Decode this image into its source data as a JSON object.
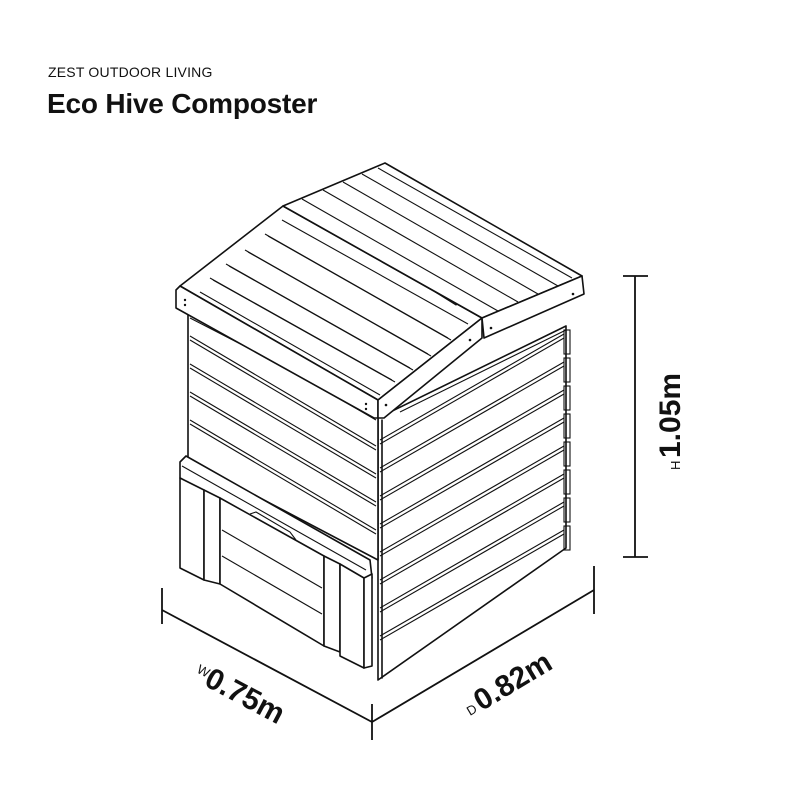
{
  "header": {
    "brand": "ZEST OUTDOOR LIVING",
    "title": "Eco Hive Composter"
  },
  "dimensions": {
    "height": {
      "prefix": "H",
      "value": "1.05m"
    },
    "width": {
      "prefix": "W",
      "value": "0.75m"
    },
    "depth": {
      "prefix": "D",
      "value": "0.82m"
    }
  },
  "drawing": {
    "subject": "composter-line-drawing",
    "line_color": "#111111",
    "background": "#ffffff"
  }
}
